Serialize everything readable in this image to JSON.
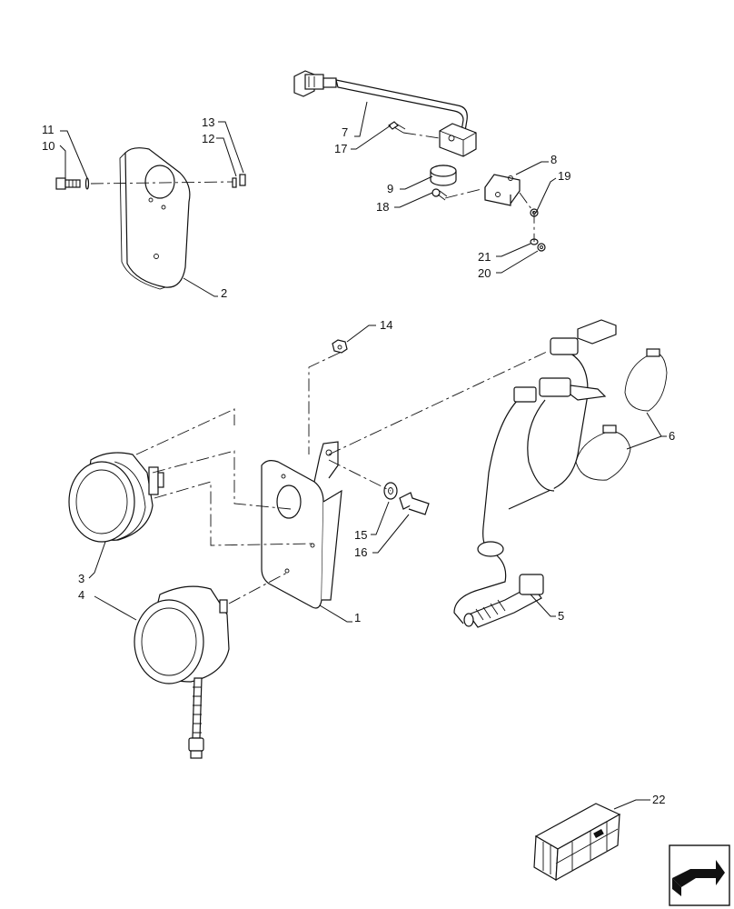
{
  "callouts": [
    {
      "id": "c1",
      "text": "1"
    },
    {
      "id": "c2",
      "text": "2"
    },
    {
      "id": "c3",
      "text": "3"
    },
    {
      "id": "c4",
      "text": "4"
    },
    {
      "id": "c5",
      "text": "5"
    },
    {
      "id": "c6",
      "text": "6"
    },
    {
      "id": "c7",
      "text": "7"
    },
    {
      "id": "c8",
      "text": "8"
    },
    {
      "id": "c9",
      "text": "9"
    },
    {
      "id": "c10",
      "text": "10"
    },
    {
      "id": "c11",
      "text": "11"
    },
    {
      "id": "c12",
      "text": "12"
    },
    {
      "id": "c13",
      "text": "13"
    },
    {
      "id": "c14",
      "text": "14"
    },
    {
      "id": "c15",
      "text": "15"
    },
    {
      "id": "c16",
      "text": "16"
    },
    {
      "id": "c17",
      "text": "17"
    },
    {
      "id": "c18",
      "text": "18"
    },
    {
      "id": "c19",
      "text": "19"
    },
    {
      "id": "c20",
      "text": "20"
    },
    {
      "id": "c21",
      "text": "21"
    },
    {
      "id": "c22",
      "text": "22"
    }
  ],
  "icons": {
    "kit_box": "crate-icon",
    "navigation": "next-page-arrow-icon"
  }
}
